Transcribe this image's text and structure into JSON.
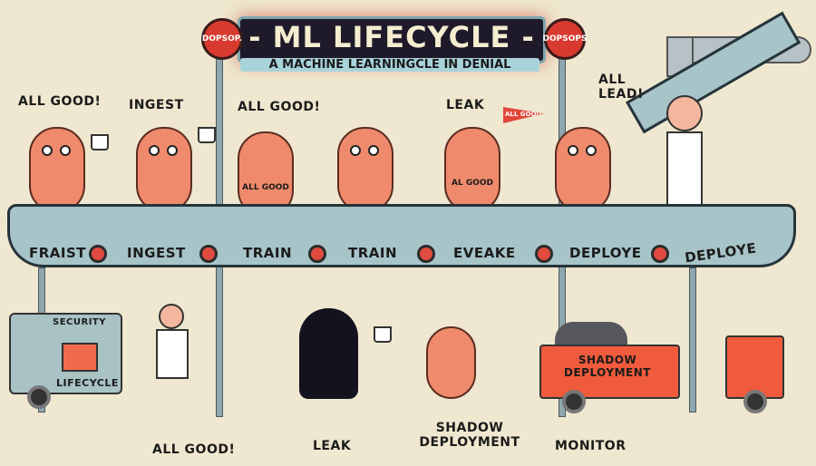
{
  "header": {
    "title": "- ML LIFECYCLE -",
    "subtitle": "A MACHINE LEARNINGCLE IN DENIAL",
    "sign_left": "DOPSOP.",
    "sign_right": "DOPSOPS"
  },
  "speech": [
    "ALL GOOD!",
    "INGEST",
    "ALL GOOD!",
    "LEAK",
    "ALL LEAD!"
  ],
  "belly": [
    "ALL GOOD",
    "AL GOOD"
  ],
  "flag": "ALL GOOD",
  "belt_labels": [
    "FRAIST",
    "INGEST",
    "TRAIN",
    "TRAIN",
    "EVEAKE",
    "DEPLOYE",
    "DEPLOYE"
  ],
  "van": {
    "top": "SECURITY",
    "side": "LIFECYCLE"
  },
  "truck_label": "SHADOW DEPLOYMENT",
  "bottom_labels": [
    "ALL GOOD!",
    "LEAK",
    "SHADOW DEPLOYMENT",
    "MONITOR"
  ],
  "colors": {
    "background": "#efe7cf",
    "bean": "#ef8a6c",
    "belt": "#a7c4c8",
    "sign": "#d93a2f"
  }
}
